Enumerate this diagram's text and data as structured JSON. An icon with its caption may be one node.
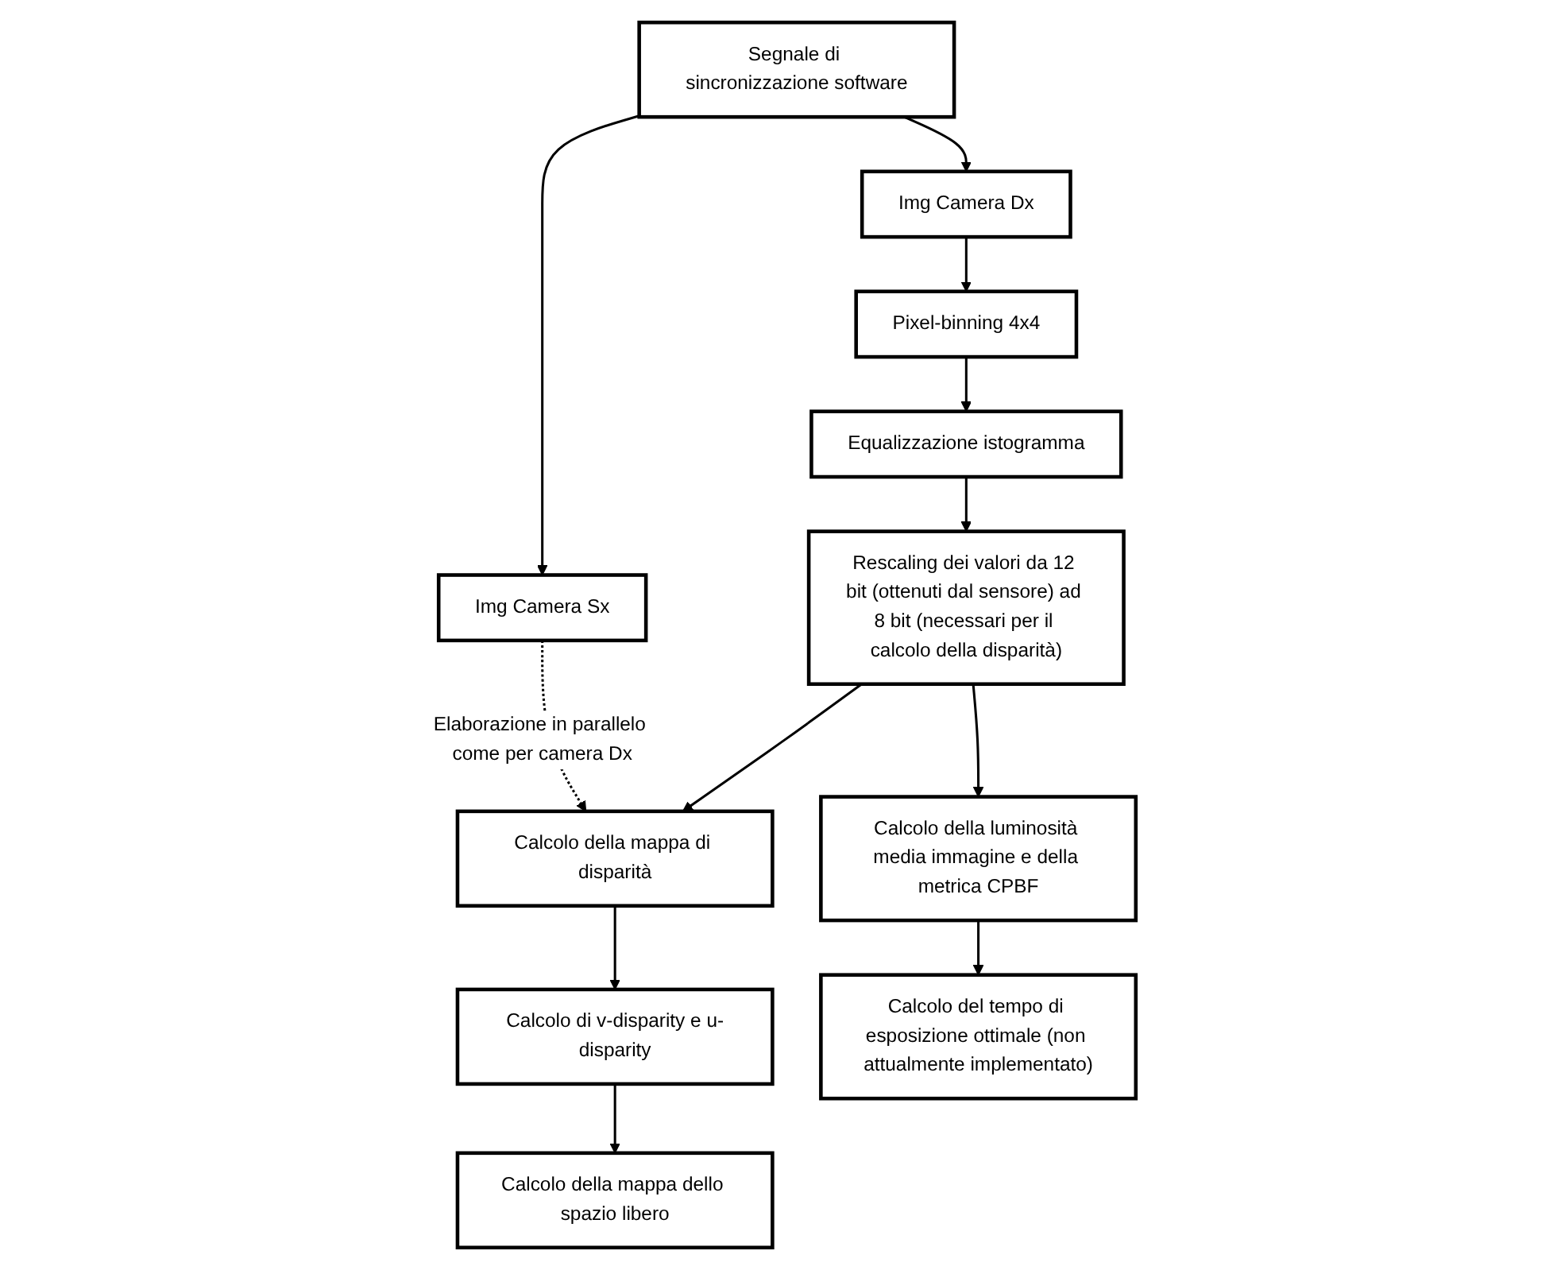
{
  "diagram": {
    "nodes": [
      {
        "text": [
          "Segnale di sincronizzazione software"
        ]
      },
      {
        "text": [
          "Img Camera Sx"
        ]
      },
      {
        "text": [
          "Img Camera Dx"
        ]
      },
      {
        "text": [
          "Pixel-binning 4x4"
        ]
      },
      {
        "text": [
          "Equalizzazione istogramma"
        ]
      },
      {
        "text": [
          "Rescaling dei valori da 12 bit (ottenuti dal sensore) ad 8 bit (necessari per il calcolo della disparità)"
        ]
      },
      {
        "text": [
          "Calcolo della mappa di disparità"
        ]
      },
      {
        "text": [
          "Calcolo di v-disparity e u-disparity"
        ]
      },
      {
        "text": [
          "Calcolo della mappa dello spazio libero"
        ]
      },
      {
        "text": [
          "Calcolo della luminosità media immagine e della metrica CPBF"
        ]
      },
      {
        "text": [
          "Calcolo del tempo di esposizione ottimale (non attualmente implementato)"
        ]
      }
    ],
    "edges": [
      {
        "from": 0,
        "to": 1,
        "arrow": "to"
      },
      {
        "from": 0,
        "to": 2,
        "arrow": "to"
      },
      {
        "from": 2,
        "to": 3,
        "arrow": "to"
      },
      {
        "from": 3,
        "to": 4,
        "arrow": "to"
      },
      {
        "from": 1,
        "to": 6,
        "arrow": "to",
        "style": "dashed",
        "label": "Elaborazione in parallelo come per camera Dx"
      },
      {
        "from": 4,
        "to": 5,
        "arrow": "to"
      },
      {
        "from": 5,
        "to": 6,
        "arrow": "to"
      },
      {
        "from": 6,
        "to": 7,
        "arrow": "to"
      },
      {
        "from": 7,
        "to": 8,
        "arrow": "to"
      },
      {
        "from": 5,
        "to": 9,
        "arrow": "to"
      },
      {
        "from": 9,
        "to": 10,
        "arrow": "to"
      }
    ]
  }
}
